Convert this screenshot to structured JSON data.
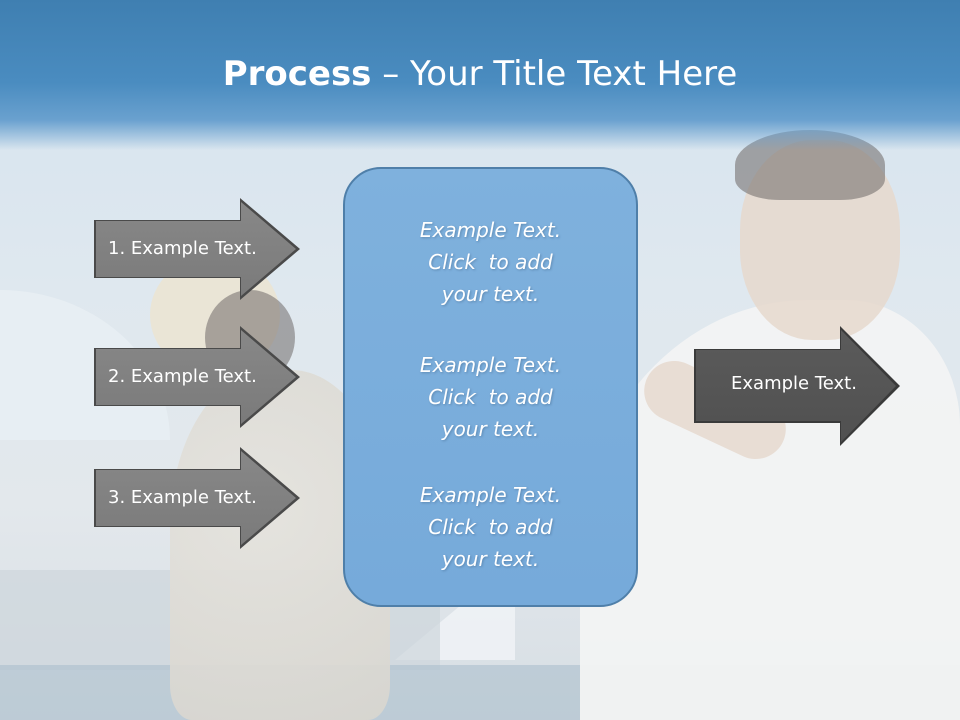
{
  "title": {
    "bold": "Process",
    "rest": " – Your Title Text Here"
  },
  "steps": [
    {
      "label": "1. Example Text."
    },
    {
      "label": "2. Example Text."
    },
    {
      "label": "3. Example Text."
    }
  ],
  "center_blocks": [
    {
      "lines": [
        "Example Text.",
        "Click  to add",
        "your text."
      ]
    },
    {
      "lines": [
        "Example Text.",
        "Click  to add",
        "your text."
      ]
    },
    {
      "lines": [
        "Example Text.",
        "Click  to add",
        "your text."
      ]
    }
  ],
  "output": {
    "label": "Example Text."
  },
  "colors": {
    "header": "#4a8cc0",
    "center_box": "#7fb1dd",
    "step_arrow": "#808080",
    "output_arrow": "#555555",
    "text": "#ffffff"
  }
}
